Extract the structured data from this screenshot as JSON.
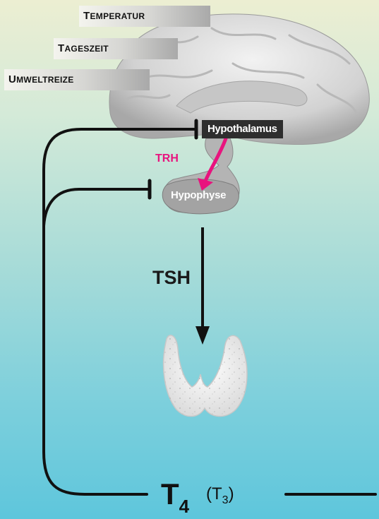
{
  "factors": [
    {
      "cap": "T",
      "rest": "EMPERATUR"
    },
    {
      "cap": "T",
      "rest": "AGESZEIT"
    },
    {
      "cap": "U",
      "rest": "MWELTREIZE"
    }
  ],
  "labels": {
    "hypothalamus": "Hypothalamus",
    "trh": "TRH",
    "hypophyse": "Hypophyse",
    "tsh": "TSH",
    "t4_main": "T",
    "t4_sub": "4",
    "t3_open": "(T",
    "t3_sub": "3",
    "t3_close": ")"
  },
  "colors": {
    "trh_arrow": "#e8137e",
    "brain": "#d7d7d7",
    "feedback_line": "#111111"
  }
}
